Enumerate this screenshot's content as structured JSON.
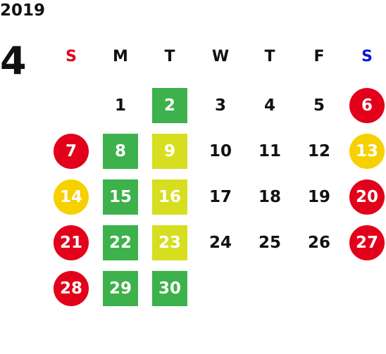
{
  "year": "2019",
  "month": "4",
  "weekdays": [
    {
      "label": "S",
      "color": "#e0001b"
    },
    {
      "label": "M",
      "color": "#111111"
    },
    {
      "label": "T",
      "color": "#111111"
    },
    {
      "label": "W",
      "color": "#111111"
    },
    {
      "label": "T",
      "color": "#111111"
    },
    {
      "label": "F",
      "color": "#111111"
    },
    {
      "label": "S",
      "color": "#0a18d8"
    }
  ],
  "colors": {
    "holiday_red": "#e2001a",
    "yellow": "#f7d000",
    "green": "#3db14b",
    "lime": "#d7de1f"
  },
  "days": [
    {
      "day": "1",
      "col": 1,
      "row": 0,
      "style": "plain"
    },
    {
      "day": "2",
      "col": 2,
      "row": 0,
      "style": "green"
    },
    {
      "day": "3",
      "col": 3,
      "row": 0,
      "style": "plain"
    },
    {
      "day": "4",
      "col": 4,
      "row": 0,
      "style": "plain"
    },
    {
      "day": "5",
      "col": 5,
      "row": 0,
      "style": "plain"
    },
    {
      "day": "6",
      "col": 6,
      "row": 0,
      "style": "red"
    },
    {
      "day": "7",
      "col": 0,
      "row": 1,
      "style": "red"
    },
    {
      "day": "8",
      "col": 1,
      "row": 1,
      "style": "green"
    },
    {
      "day": "9",
      "col": 2,
      "row": 1,
      "style": "lime"
    },
    {
      "day": "10",
      "col": 3,
      "row": 1,
      "style": "plain"
    },
    {
      "day": "11",
      "col": 4,
      "row": 1,
      "style": "plain"
    },
    {
      "day": "12",
      "col": 5,
      "row": 1,
      "style": "plain"
    },
    {
      "day": "13",
      "col": 6,
      "row": 1,
      "style": "yellow"
    },
    {
      "day": "14",
      "col": 0,
      "row": 2,
      "style": "yellow"
    },
    {
      "day": "15",
      "col": 1,
      "row": 2,
      "style": "green"
    },
    {
      "day": "16",
      "col": 2,
      "row": 2,
      "style": "lime"
    },
    {
      "day": "17",
      "col": 3,
      "row": 2,
      "style": "plain"
    },
    {
      "day": "18",
      "col": 4,
      "row": 2,
      "style": "plain"
    },
    {
      "day": "19",
      "col": 5,
      "row": 2,
      "style": "plain"
    },
    {
      "day": "20",
      "col": 6,
      "row": 2,
      "style": "red"
    },
    {
      "day": "21",
      "col": 0,
      "row": 3,
      "style": "red"
    },
    {
      "day": "22",
      "col": 1,
      "row": 3,
      "style": "green"
    },
    {
      "day": "23",
      "col": 2,
      "row": 3,
      "style": "lime"
    },
    {
      "day": "24",
      "col": 3,
      "row": 3,
      "style": "plain"
    },
    {
      "day": "25",
      "col": 4,
      "row": 3,
      "style": "plain"
    },
    {
      "day": "26",
      "col": 5,
      "row": 3,
      "style": "plain"
    },
    {
      "day": "27",
      "col": 6,
      "row": 3,
      "style": "red"
    },
    {
      "day": "28",
      "col": 0,
      "row": 4,
      "style": "red"
    },
    {
      "day": "29",
      "col": 1,
      "row": 4,
      "style": "green"
    },
    {
      "day": "30",
      "col": 2,
      "row": 4,
      "style": "green"
    }
  ]
}
